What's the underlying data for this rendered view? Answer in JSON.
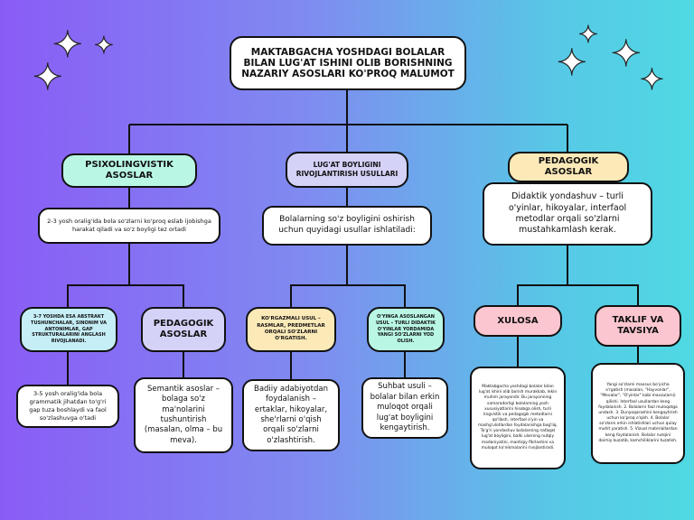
{
  "colors": {
    "background_left": "#8a5cf6",
    "background_right": "#4fd9e3",
    "mint": "#b9f7e4",
    "cream": "#fbe9b8",
    "lavender": "#d4d2f7",
    "pink": "#fbc6cf",
    "sky": "#c6eef7",
    "white": "#ffffff"
  },
  "icons": {
    "stars": "star-icon"
  },
  "title": "MAKTABGACHA YOSHDAGI BOLALAR BILAN LUG'AT ISHINI OLIB BORISHNING NAZARIY ASOSLARI KO'PROQ MALUMOT",
  "level1": {
    "psixo": {
      "title": "PSIXOLINGVISTIK ASOSLAR",
      "text": "2-3 yosh oralig'ida bola so'zlarni ko'proq eslab ijobishga harakat qiladi va so'z boyligi tez ortadi"
    },
    "lugat": {
      "title": "LUG'AT BOYLIGINI RIVOJLANTIRISH USULLARI",
      "text": "Bolalarning so'z boyligini oshirish uchun quyidagi usullar ishlatiladi:"
    },
    "pedagogik": {
      "title": "PEDAGOGIK ASOSLAR",
      "text": "Didaktik yondashuv – turli o'yinlar, hikoyalar, interfaol metodlar orqali so'zlarni mustahkamlash kerak."
    }
  },
  "level2": {
    "abstrakt": {
      "title": "3-7 YOSHDA ESA ABSTRAKT TUSHUNCHALAR, SINONIM VA ANTONIMLAR, GAP STRUKTURALARINI ANGLASH RIVOJLANADI.",
      "text": "3-5 yosh oralig'ida bola grammatik jihatdan to'g'ri gap tuza boshlaydi va faol so'zlashuvga o'tadi"
    },
    "pedagogik2": {
      "title": "PEDAGOGIK ASOSLAR",
      "text": "Semantik asoslar – bolaga so'z ma'nolarini tushuntirish (masalan, olma – bu meva)."
    },
    "korgazmali": {
      "title": "KO'RGAZMALI USUL – RASMLAR, PREDMETLAR ORQALI SO'ZLARNI O'RGATISH.",
      "text": "Badiiy adabiyotdan foydalanish – ertaklar, hikoyalar, she'rlarni o'qish orqali so'zlarni o'zlashtirish."
    },
    "oyinga": {
      "title": "O'YINGA ASOSLANGAN USUL – TURLI DIDAKTIK O'YINLAR YORDAMIDA YANGI SO'ZLARNI YOD OLISH.",
      "text": "Suhbat usuli – bolalar bilan erkin muloqot orqali lug'at boyligini kengaytirish."
    },
    "xulosa": {
      "title": "XULOSA",
      "text": "Maktabgacha yoshdagi bolalar bilan lug'at ishini olib borish murakkab, lekin muhim jarayondir. Bu jarayonning samaradorligi bolalarning yosh xususiyatlarini hisobga olish, turli lingvistik va pedagogik metodlarni qo'llash, interfaol o'yin va mashg'ulotlardan foydalanishga bog'liq. To'g'ri yondashuv bolalarning nafaqat lug'at boyligini, balki ularning nutqiy madaniyatini, mantiqiy fikrlashini va muloqot ko'nikmalarini rivojlantiradi."
    },
    "taklif": {
      "title": "TAKLIF VA TAVSIYA",
      "text": "Yangi so'zlarni maxsus bo'yicha o'rgatish (masalan, \"Hayvonlar\", \"Mevalar\", \"O'yinlar\" kabi mavzularni) qilishi. Interfaol usullardan keng foydalanish. 2. Bolalarni faol muloqotga undash. 3. Dunyoqarashini kengaytirish uchun ko'proq o'qish. 4. Bolalar so'zlarni erkin ishlatishlari uchun qulay muhit yaratish. 5. Vizual materiallardan keng foydalanish. Bolalar nutqini doimiy kuzatib, kamchiliklarini tuzatish."
    }
  }
}
